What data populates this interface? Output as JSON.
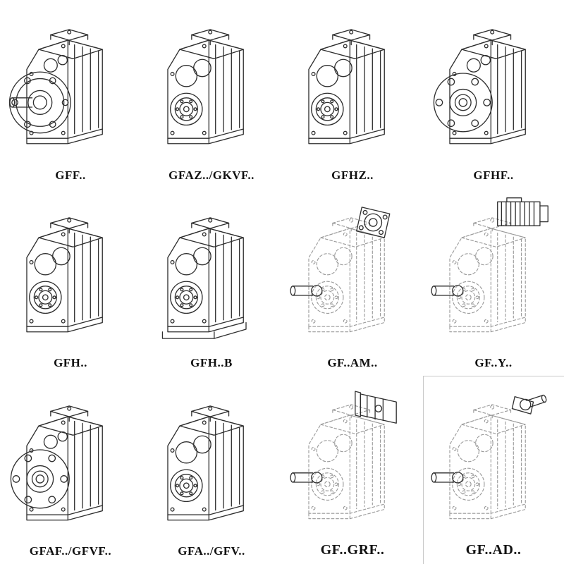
{
  "page": {
    "background": "#ffffff",
    "description": "Catalog sheet of parallel shaft helical gearbox model variants, 4 x 3 grid of isometric technical line drawings with bold model-code captions"
  },
  "style": {
    "line_color": "#2f2f2f",
    "phantom_line_color": "#9a9a9a",
    "label_color": "#111111"
  },
  "grid": {
    "rows": 3,
    "cols": 4,
    "items": [
      {
        "label": "GFF..",
        "drawing": "flange-shaft-solid",
        "style": "solid-lines"
      },
      {
        "label": "GFAZ../GKVF..",
        "drawing": "hollow-bore-solid",
        "style": "solid-lines"
      },
      {
        "label": "GFHZ..",
        "drawing": "hollow-bore-solid",
        "style": "solid-lines"
      },
      {
        "label": "GFHF..",
        "drawing": "flange-hollow-solid",
        "style": "solid-lines"
      },
      {
        "label": "GFH..",
        "drawing": "hollow-bore-solid",
        "style": "solid-lines"
      },
      {
        "label": "GFH..B",
        "drawing": "hollow-bore-base-solid",
        "style": "solid-lines"
      },
      {
        "label": "GF..AM..",
        "drawing": "dashed-adapter-flange",
        "style": "phantom-lines"
      },
      {
        "label": "GF..Y..",
        "drawing": "dashed-motor",
        "style": "phantom-lines"
      },
      {
        "label": "GFAF../GFVF..",
        "drawing": "flange-hollow-solid",
        "style": "solid-lines"
      },
      {
        "label": "GFA../GFV..",
        "drawing": "hollow-bore-solid",
        "style": "solid-lines"
      },
      {
        "label": "GF..GRF..",
        "drawing": "dashed-adapter-box",
        "style": "phantom-lines"
      },
      {
        "label": "GF..AD..",
        "drawing": "dashed-input-shaft",
        "style": "phantom-lines"
      }
    ]
  }
}
